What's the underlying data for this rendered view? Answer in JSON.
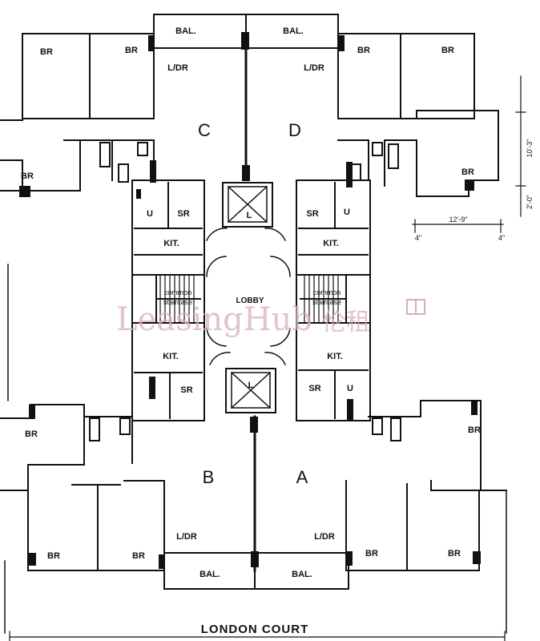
{
  "plan": {
    "title": "LONDON COURT",
    "watermark": "LeasingHub",
    "watermark_cjk": "伦租",
    "units": {
      "a": "A",
      "b": "B",
      "c": "C",
      "d": "D"
    },
    "rooms": {
      "bedroom": "BR",
      "living_dining": "L/DR",
      "balcony": "BAL.",
      "kitchen": "KIT.",
      "utility": "U",
      "store_room": "SR",
      "lift": "L",
      "lobby": "LOBBY",
      "stair_line1": "common",
      "stair_line2": "staircase"
    },
    "dimensions": {
      "width_main": "12'-9\"",
      "side_left": "4\"",
      "side_right": "4\"",
      "height_upper": "10'-3\"",
      "height_lower": "2'-0\""
    }
  }
}
